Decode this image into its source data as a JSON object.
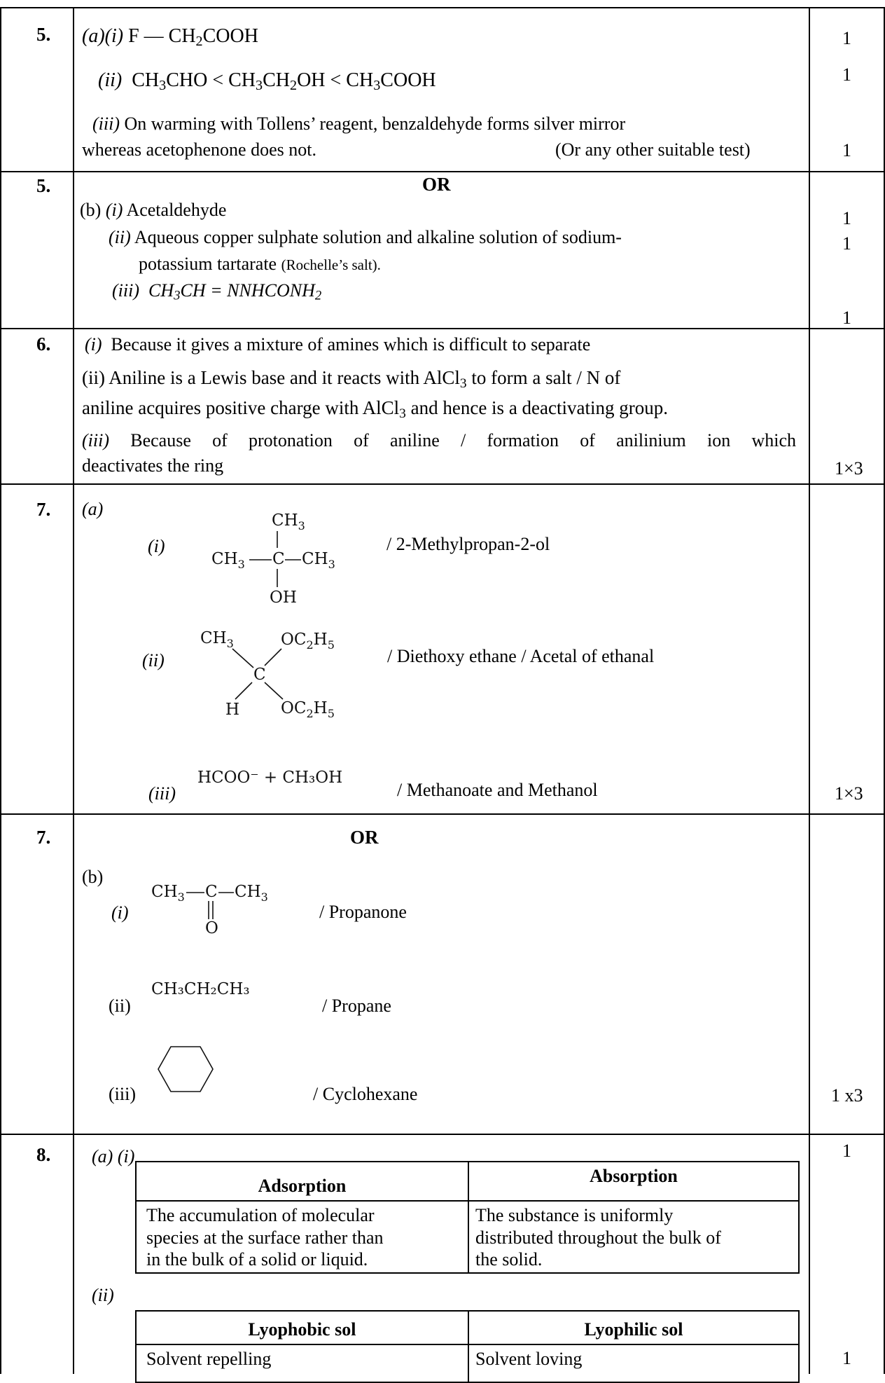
{
  "rows": {
    "q5a": {
      "num": "5.",
      "i_label": "(a)(i)",
      "i_text": "F — CH",
      "i_sub": "2",
      "i_tail": "COOH",
      "ii_label": "(ii)",
      "ii_parts": [
        "CH",
        "3",
        "CHO < CH",
        "3",
        "CH",
        "2",
        "OH < CH",
        "3",
        "COOH"
      ],
      "iii_label": "(iii)",
      "iii_line1": "On warming with Tollens’ reagent, benzaldehyde forms silver mirror",
      "iii_line2": "whereas acetophenone does not.",
      "iii_note": "(Or any other suitable test)",
      "marks": [
        "1",
        "1",
        "1"
      ]
    },
    "q5b": {
      "num": "5.",
      "or": "OR",
      "b_label": "(b)",
      "i_label": "(i)",
      "i_text": "Acetaldehyde",
      "ii_label": "(ii)",
      "ii_line1": "Aqueous copper sulphate solution and alkaline solution of sodium-",
      "ii_line2": "potassium tartarate",
      "ii_note": "(Rochelle’s salt).",
      "iii_label": "(iii)",
      "iii_parts": [
        "CH",
        "3",
        "CH = NNHCONH",
        "2"
      ],
      "marks": [
        "1",
        "1",
        "1"
      ]
    },
    "q6": {
      "num": "6.",
      "i_label": "(i)",
      "i_text": "Because it gives a mixture of amines which is difficult to separate",
      "ii_line1_a": "(ii)  Aniline is a Lewis base and it reacts with  AlCl",
      "ii_line1_sub": "3",
      "ii_line1_b": " to form a salt / N of",
      "ii_line2_a": "aniline acquires positive charge with AlCl",
      "ii_line2_sub": "3",
      "ii_line2_b": " and hence is a deactivating group.",
      "iii_label": "(iii)",
      "iii_line1": "Because of protonation of aniline / formation of anilinium ion which",
      "iii_line2": "deactivates the ring",
      "marks": "1×3"
    },
    "q7a": {
      "num": "7.",
      "a_label": "(a)",
      "i_label": "(i)",
      "i_name": "/ 2-Methylpropan-2-ol",
      "ii_label": "(ii)",
      "ii_name": "/ Diethoxy ethane / Acetal of ethanal",
      "iii_label": "(iii)",
      "iii_formula": "HCOO⁻ + CH₃OH",
      "iii_name": "/ Methanoate and Methanol",
      "marks": "1×3",
      "chem": {
        "ch3": "CH",
        "three": "3",
        "c": "C",
        "oh": "OH",
        "h": "H",
        "oc2h5": "OC",
        "two": "2",
        "h5": "H",
        "five": "5"
      }
    },
    "q7b": {
      "num": "7.",
      "or": "OR",
      "b_label": "(b)",
      "i_label": "(i)",
      "i_name": "/ Propanone",
      "ii_label": "(ii)",
      "ii_formula": "CH₃CH₂CH₃",
      "ii_name": "/ Propane",
      "iii_label": "(iii)",
      "iii_name": "/ Cyclohexane",
      "marks": "1 x3",
      "chem": {
        "ch3": "CH",
        "three": "3",
        "c": "C",
        "o": "O"
      }
    },
    "q8": {
      "num": "8.",
      "a_label": "(a) (i)",
      "t1": {
        "h1": "Adsorption",
        "h2": "Absorption",
        "c1": [
          "The accumulation of molecular",
          "species at the surface rather than",
          "in the bulk of a solid or liquid."
        ],
        "c2": [
          "The substance is uniformly",
          "distributed throughout the bulk of",
          "the solid."
        ]
      },
      "ii_label": "(ii)",
      "t2": {
        "h1": "Lyophobic sol",
        "h2": "Lyophilic sol",
        "c1": "Solvent repelling",
        "c2": "Solvent loving"
      },
      "marks": [
        "1",
        "1"
      ]
    }
  }
}
